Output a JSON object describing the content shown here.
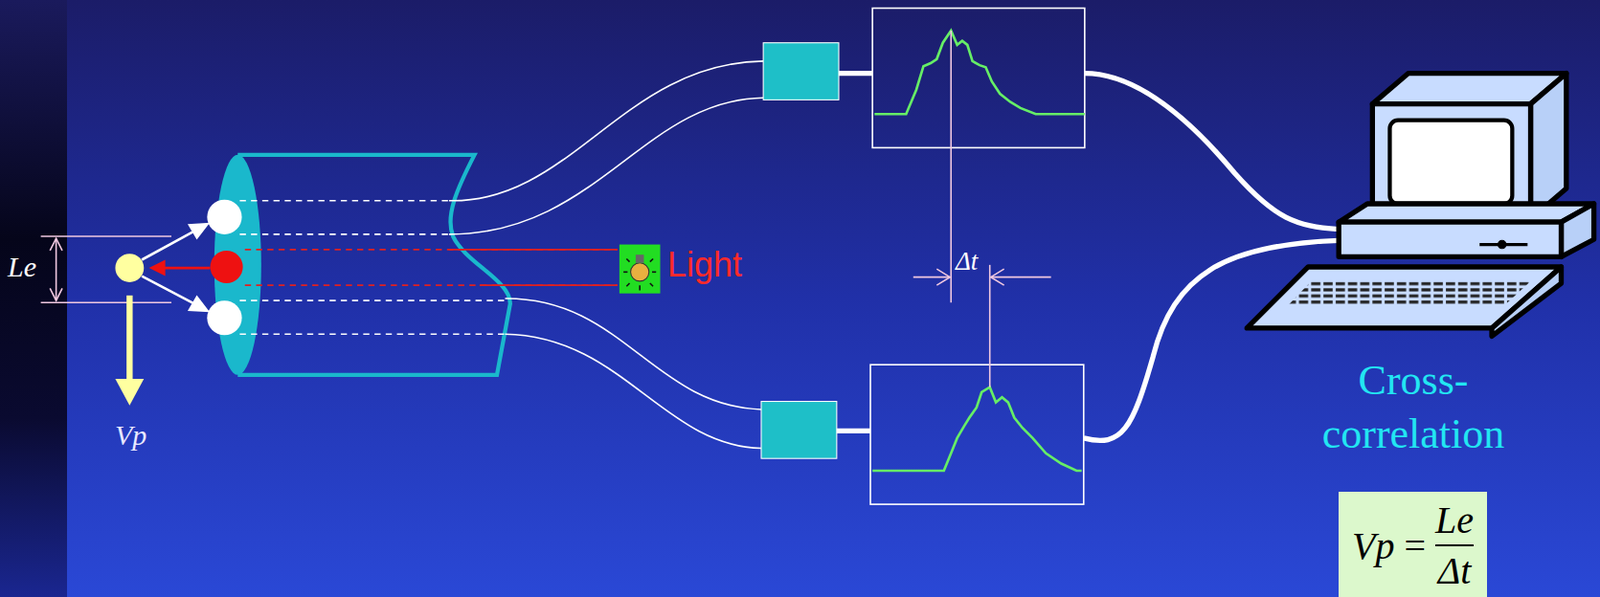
{
  "diagram": {
    "nodes": [
      {
        "text": [
          "Vp",
          "=",
          "Le",
          "Δt"
        ]
      }
    ],
    "labels": [
      "Le",
      "Vp",
      "Light",
      "Δt",
      "Cross- correlation"
    ]
  }
}
